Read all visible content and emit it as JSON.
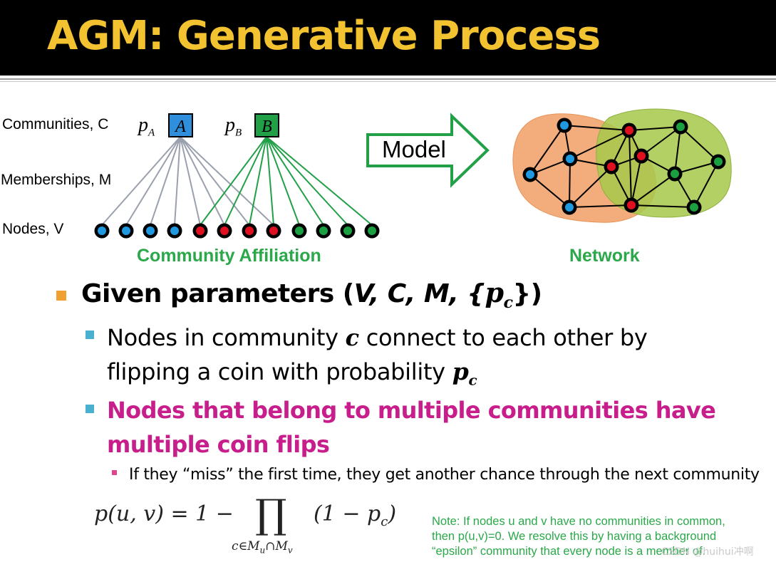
{
  "slide": {
    "title": "AGM: Generative Process"
  },
  "diagram": {
    "label_communities": "Communities, C",
    "label_memberships": "Memberships, M",
    "label_nodes": "Nodes, V",
    "p_a": "p",
    "p_a_sub": "A",
    "p_b": "p",
    "p_b_sub": "B",
    "box_a": "A",
    "box_b": "B",
    "model_arrow_label": "Model",
    "caption_affiliation": "Community Affiliation",
    "caption_network": "Network",
    "node_colors": [
      "blue",
      "blue",
      "blue",
      "blue",
      "red",
      "red",
      "red",
      "red",
      "green",
      "green",
      "green",
      "green"
    ],
    "colors": {
      "blue_node": "#1f9ae0",
      "red_node": "#e01020",
      "green_node": "#1aa040",
      "box_a_fill": "#2f8fdc",
      "box_b_fill": "#22a048",
      "edge_a": "#9aa0ad",
      "edge_b": "#22a048",
      "community_a_blob": "#f2a46e",
      "community_b_blob": "#a6c84a",
      "overlap": "#e0b040"
    }
  },
  "bullets": {
    "b1_text": "Given parameters (",
    "b1_vars": "V, C, M, {",
    "b1_p": "p",
    "b1_sub": "c",
    "b1_close": "})",
    "b2_line1_pre": "Nodes in community ",
    "b2_line1_var": "c",
    "b2_line1_post": " connect to each other by",
    "b2_line2_pre": "flipping a coin with probability ",
    "b2_line2_p": "p",
    "b2_line2_sub": "c",
    "b3_line1": "Nodes that belong to multiple communities have",
    "b3_line2": "multiple coin flips",
    "b4_text": "If they “miss” the first time, they get another chance through the next community",
    "colors": {
      "bullet_orange": "#f0a030",
      "bullet_teal": "#4ab0d0",
      "bullet_pink": "#e0468c",
      "highlight_magenta": "#c81e8c"
    }
  },
  "formula": {
    "lhs": "p(u, v) = 1 −",
    "product": "∏",
    "factor": "(1 − p",
    "factor_sub": "c",
    "factor_close": ")",
    "subscript": "c∈M",
    "subscript_u": "u",
    "subscript_cap": "∩M",
    "subscript_v": "v"
  },
  "note": {
    "line1": "Note: If nodes u and v have no communities in common,",
    "line2": "then p(u,v)=0. We resolve this by having a background",
    "line3": "“epsilon” community that every node is a member of."
  },
  "watermark": "CSDN @huihui冲啊"
}
